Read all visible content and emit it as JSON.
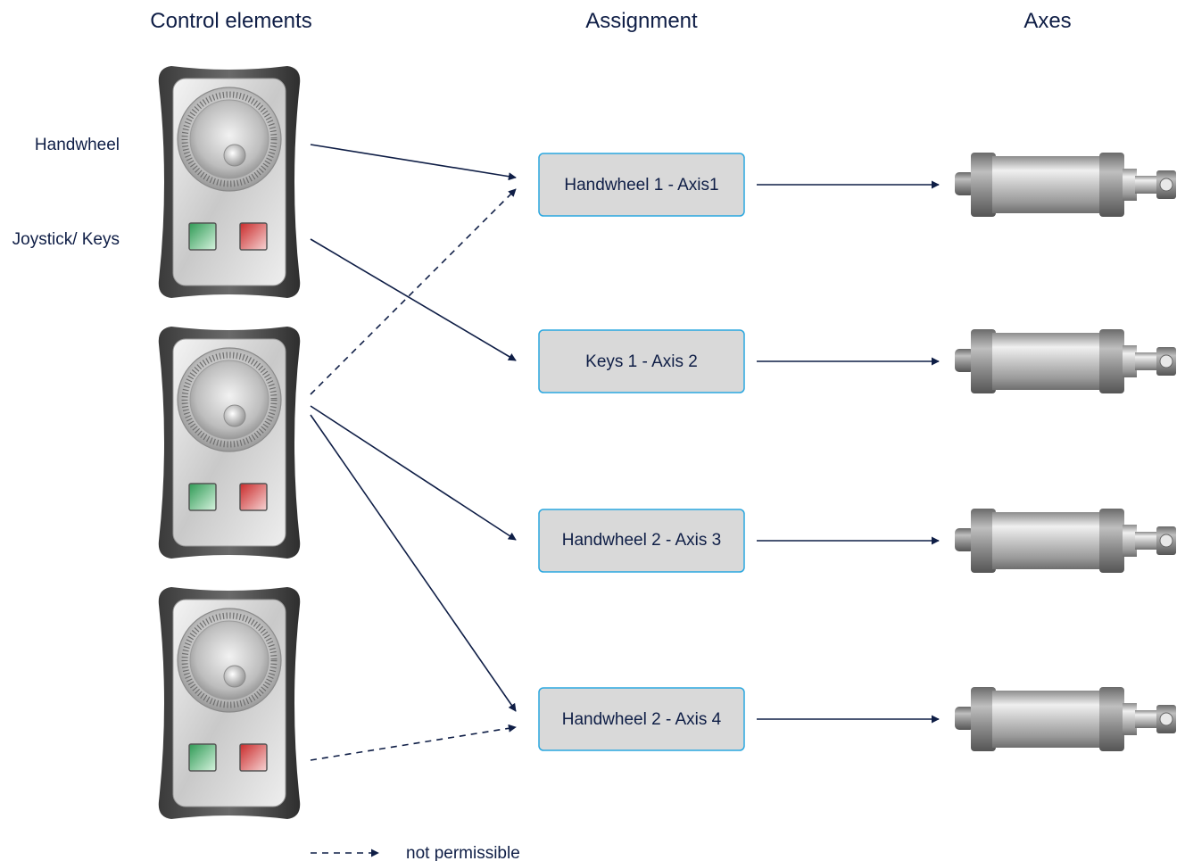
{
  "headers": {
    "control_elements": "Control elements",
    "assignment": "Assignment",
    "axes": "Axes"
  },
  "labels": {
    "handwheel": "Handwheel",
    "joystick_keys": "Joystick/ Keys"
  },
  "assignments": [
    "Handwheel 1 - Axis1",
    "Keys 1 - Axis 2",
    "Handwheel 2 - Axis 3",
    "Handwheel 2 - Axis 4"
  ],
  "legend": {
    "not_permissible": "not permissible"
  },
  "connections": [
    {
      "from": "control-unit-1-handwheel",
      "to": "assignment-1",
      "style": "solid"
    },
    {
      "from": "control-unit-1-keys",
      "to": "assignment-2",
      "style": "solid"
    },
    {
      "from": "control-unit-2",
      "to": "assignment-1",
      "style": "dashed"
    },
    {
      "from": "control-unit-2",
      "to": "assignment-3",
      "style": "solid"
    },
    {
      "from": "control-unit-2",
      "to": "assignment-4",
      "style": "solid"
    },
    {
      "from": "control-unit-3",
      "to": "assignment-4",
      "style": "dashed"
    },
    {
      "from": "assignment-1",
      "to": "axis-1",
      "style": "solid"
    },
    {
      "from": "assignment-2",
      "to": "axis-2",
      "style": "solid"
    },
    {
      "from": "assignment-3",
      "to": "axis-3",
      "style": "solid"
    },
    {
      "from": "assignment-4",
      "to": "axis-4",
      "style": "solid"
    }
  ],
  "colors": {
    "text": "#0f1e46",
    "box_fill": "#d9d9d9",
    "box_border": "#2aa7df",
    "key_green": "#3fae62",
    "key_red": "#d23a3a"
  }
}
